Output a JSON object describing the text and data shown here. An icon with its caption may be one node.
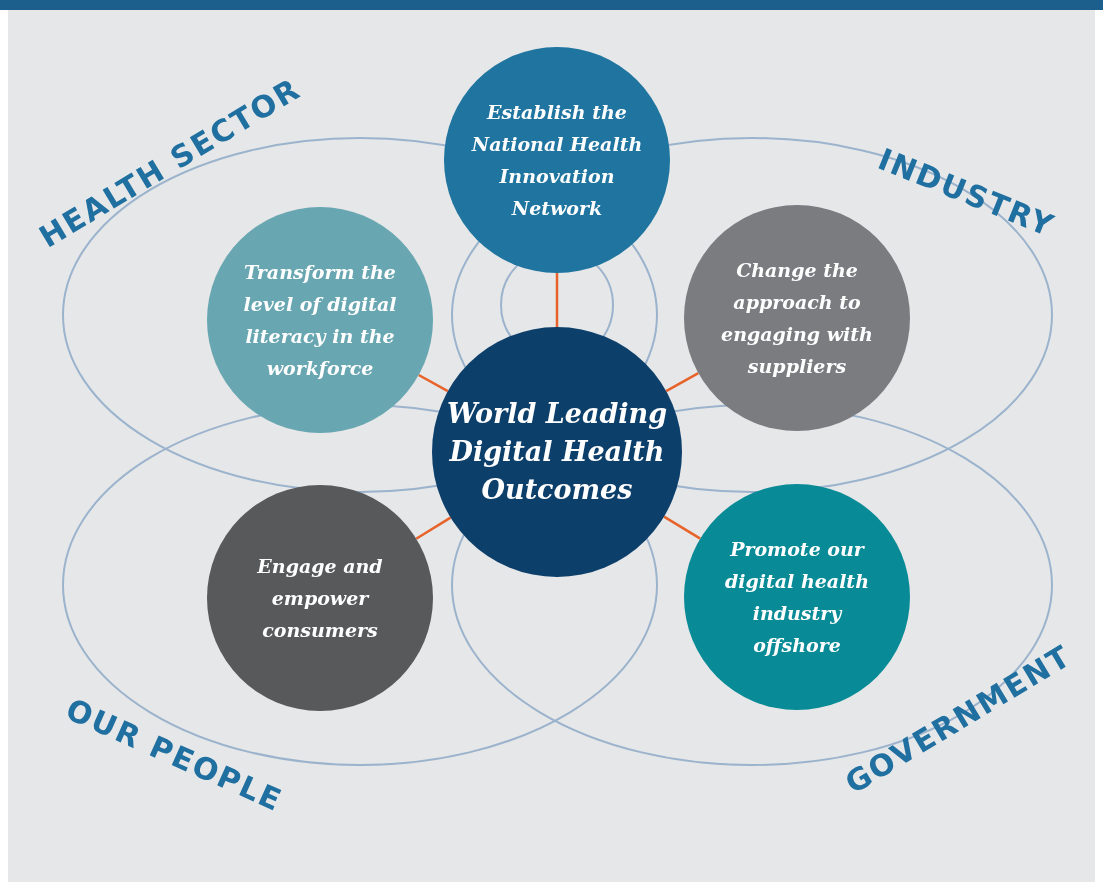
{
  "diagram": {
    "nodes": [
      {
        "text": [
          "Establish the National Health Innovation Network"
        ]
      },
      {
        "text": [
          "Transform the level of digital literacy in the workforce"
        ]
      },
      {
        "text": [
          "Change the approach to engaging with suppliers"
        ]
      },
      {
        "text": [
          "World Leading Digital Health Outcomes"
        ]
      },
      {
        "text": [
          "Engage and empower consumers"
        ]
      },
      {
        "text": [
          "Promote our digital health industry offshore"
        ]
      }
    ],
    "edges": [
      {
        "from": 3,
        "to": 0,
        "arrow": "none"
      },
      {
        "from": 3,
        "to": 1,
        "arrow": "none"
      },
      {
        "from": 3,
        "to": 2,
        "arrow": "none"
      },
      {
        "from": 3,
        "to": 4,
        "arrow": "none"
      },
      {
        "from": 3,
        "to": 5,
        "arrow": "none"
      }
    ],
    "labels": [
      "HEALTH SECTOR",
      "INDUSTRY",
      "OUR PEOPLE",
      "GOVERNMENT"
    ]
  }
}
